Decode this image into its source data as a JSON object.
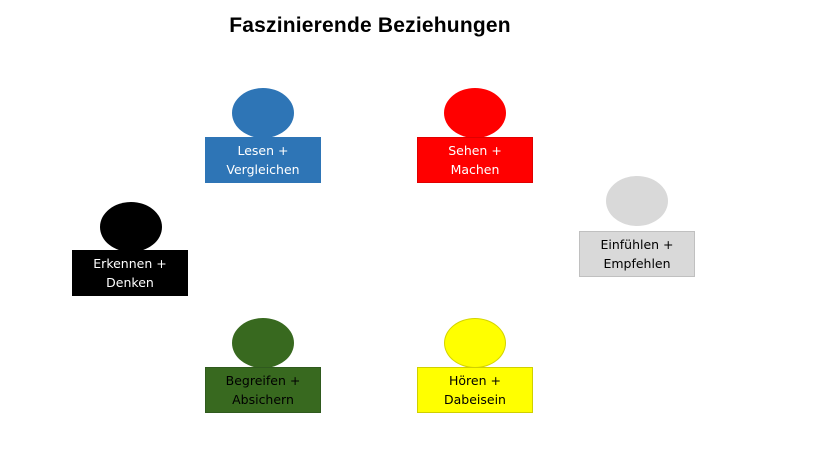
{
  "title": "Faszinierende Beziehungen",
  "figures": [
    {
      "id": "blue",
      "line1": "Lesen +",
      "line2": "Vergleichen",
      "head_color": "#2E75B6",
      "box_color": "#2E75B6",
      "text_color": "#ffffff"
    },
    {
      "id": "red",
      "line1": "Sehen +",
      "line2": "Machen",
      "head_color": "#ff0000",
      "box_color": "#ff0000",
      "text_color": "#ffffff"
    },
    {
      "id": "black",
      "line1": "Erkennen +",
      "line2": "Denken",
      "head_color": "#000000",
      "box_color": "#000000",
      "text_color": "#ffffff"
    },
    {
      "id": "grey",
      "line1": "Einfühlen +",
      "line2": "Empfehlen",
      "head_color": "#d9d9d9",
      "box_color": "#d9d9d9",
      "text_color": "#000000"
    },
    {
      "id": "green",
      "line1": "Begreifen +",
      "line2": "Absichern",
      "head_color": "#38691f",
      "box_color": "#38691f",
      "text_color": "#000000"
    },
    {
      "id": "yellow",
      "line1": "Hören +",
      "line2": "Dabeisein",
      "head_color": "#ffff00",
      "box_color": "#ffff00",
      "text_color": "#000000"
    }
  ]
}
